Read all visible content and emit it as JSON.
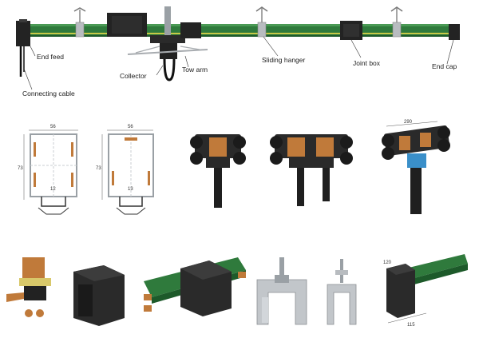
{
  "callouts": {
    "end_feed": "End feed",
    "connecting_cable": "Connecting cable",
    "collector": "Collector",
    "tow_arm": "Tow arm",
    "sliding_hanger": "Sliding hanger",
    "joint_box": "Joint box",
    "end_cap": "End cap"
  },
  "dimensions": {
    "profile_a_width": "56",
    "profile_a_height": "73",
    "profile_a_inner": "12",
    "profile_b_width": "56",
    "profile_b_height": "73",
    "profile_b_inner": "13",
    "collector_span": "290",
    "endcap_width": "120",
    "endcap_depth": "115"
  },
  "colors": {
    "rail_green": "#2f7a3c",
    "rail_dark": "#1d5a2a",
    "housing_black": "#232323",
    "copper": "#c07a3a",
    "steel": "#b8bcc0",
    "blue_insulator": "#3a8fc9",
    "yellow_stripe": "#e6d84a"
  }
}
